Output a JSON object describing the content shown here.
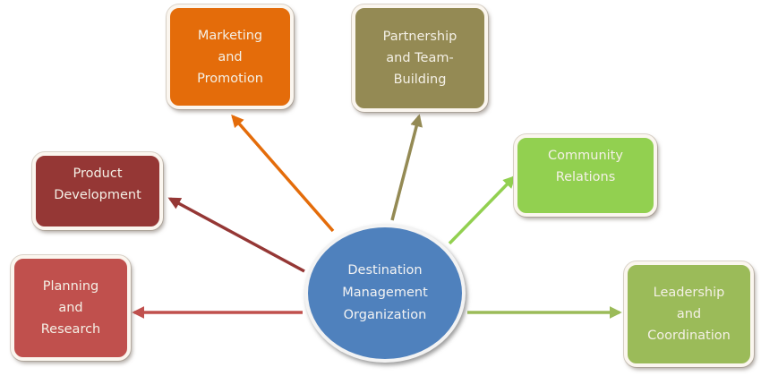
{
  "center": {
    "label": "Destination\nManagement\nOrganization",
    "color": "#4f81bd"
  },
  "nodes": [
    {
      "id": "marketing",
      "label": "Marketing\nand\nPromotion",
      "color": "#e46c0a"
    },
    {
      "id": "partnership",
      "label": "Partnership\nand Team-\nBuilding",
      "color": "#948a54"
    },
    {
      "id": "community",
      "label": "Community\nRelations",
      "color": "#92d050"
    },
    {
      "id": "leadership",
      "label": "Leadership\nand\nCoordination",
      "color": "#9bbb59"
    },
    {
      "id": "product",
      "label": "Product\nDevelopment",
      "color": "#953735"
    },
    {
      "id": "planning",
      "label": "Planning\nand\nResearch",
      "color": "#c0504d"
    }
  ]
}
